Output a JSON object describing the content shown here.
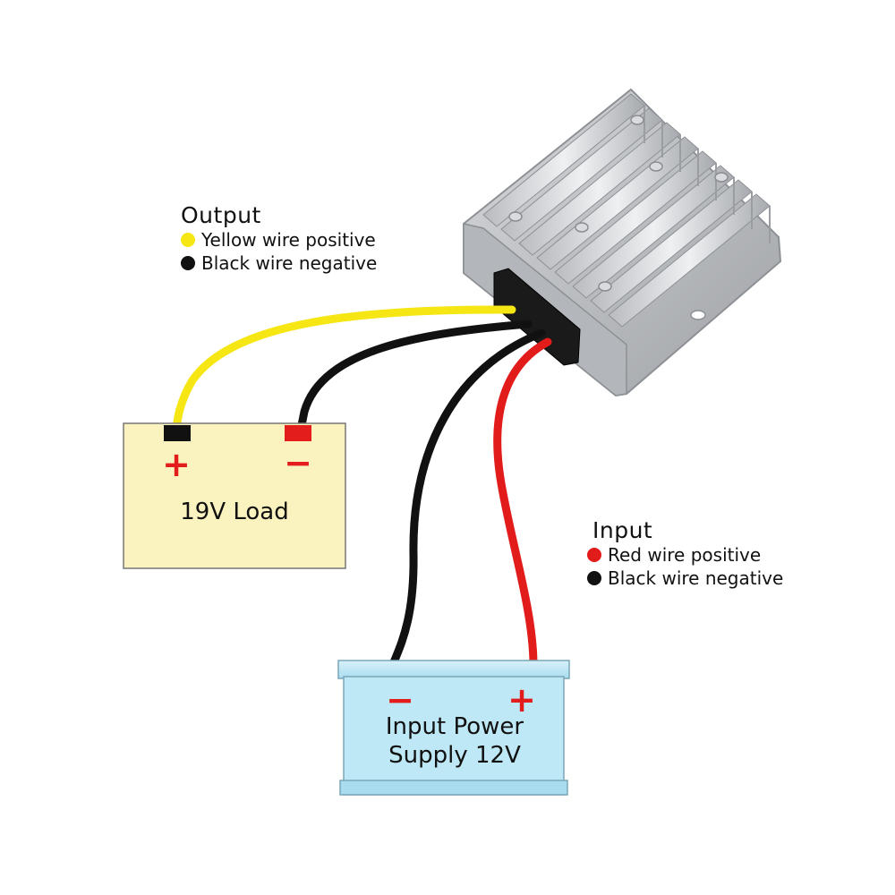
{
  "output_legend": {
    "title": "Output",
    "items": [
      {
        "label": "Yellow wire positive",
        "color": "#f5e614"
      },
      {
        "label": "Black wire negative",
        "color": "#111111"
      }
    ]
  },
  "input_legend": {
    "title": "Input",
    "items": [
      {
        "label": "Red wire positive",
        "color": "#e21b1b"
      },
      {
        "label": "Black wire negative",
        "color": "#111111"
      }
    ]
  },
  "load": {
    "label": "19V Load",
    "plus_symbol": "+",
    "minus_symbol": "−",
    "fill": "#fbf3bf"
  },
  "supply": {
    "line1": "Input Power",
    "line2": "Supply 12V",
    "minus_symbol": "−",
    "plus_symbol": "+",
    "fill": "#bfe8f6"
  },
  "colors": {
    "wire_yellow": "#f5e614",
    "wire_black": "#111111",
    "wire_red": "#e21b1b",
    "terminal_red": "#e31c1c",
    "module_body": "#c9cbce"
  }
}
